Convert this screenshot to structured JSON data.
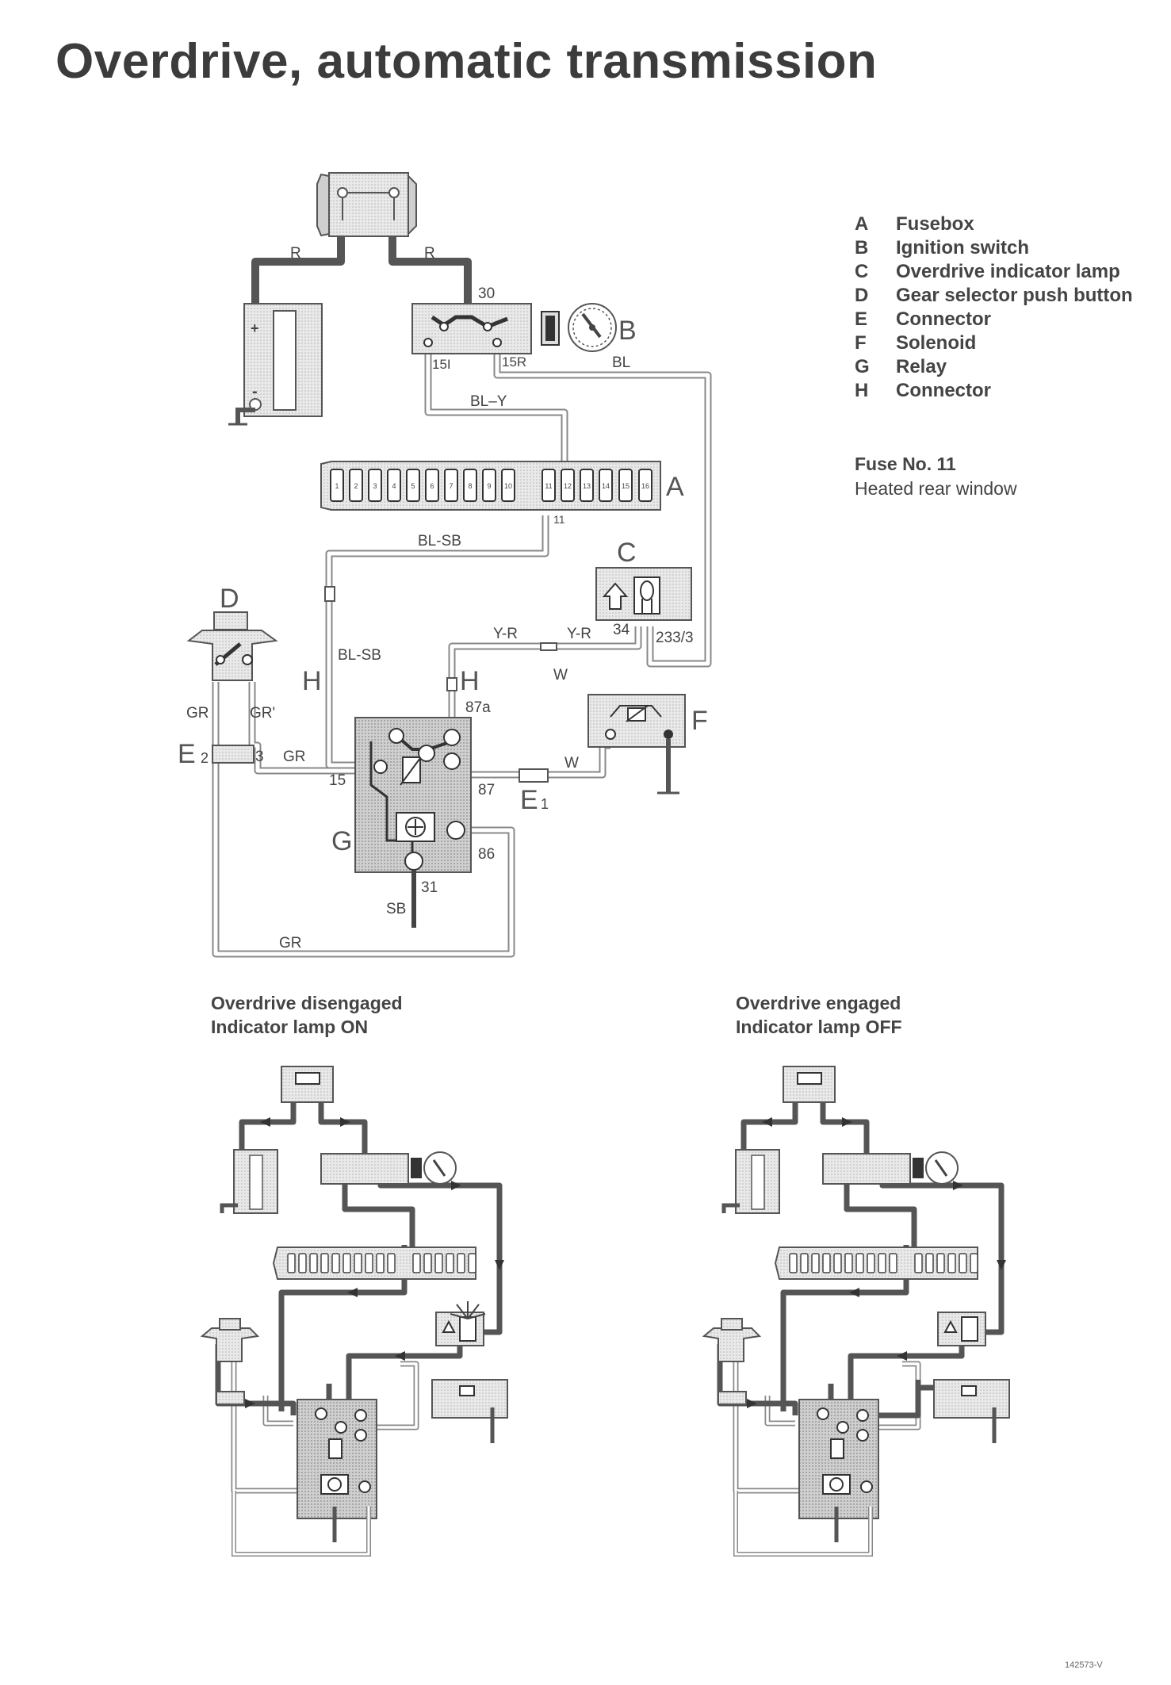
{
  "title": "Overdrive, automatic transmission",
  "legend": [
    {
      "key": "A",
      "label": "Fusebox"
    },
    {
      "key": "B",
      "label": "Ignition switch"
    },
    {
      "key": "C",
      "label": "Overdrive indicator lamp"
    },
    {
      "key": "D",
      "label": "Gear selector push button"
    },
    {
      "key": "E",
      "label": "Connector"
    },
    {
      "key": "F",
      "label": "Solenoid"
    },
    {
      "key": "G",
      "label": "Relay"
    },
    {
      "key": "H",
      "label": "Connector"
    }
  ],
  "fuse_note": {
    "title": "Fuse No. 11",
    "text": "Heated rear window"
  },
  "main_diagram": {
    "component_letters": {
      "A": "A",
      "B": "B",
      "C": "C",
      "D": "D",
      "E2": "E",
      "E2_sub": "2",
      "E1": "E",
      "E1_sub": "1",
      "F": "F",
      "G": "G",
      "H_left": "H",
      "H_right": "H"
    },
    "wire_labels": {
      "r_left": "R",
      "r_right": "R",
      "bl": "BL",
      "bl_y": "BL–Y",
      "bl_sb_top": "BL-SB",
      "bl_sb_side": "BL-SB",
      "y_r_1": "Y-R",
      "y_r_2": "Y-R",
      "w_top": "W",
      "w_bottom": "W",
      "gr_left": "GR",
      "gr_right": "GR'",
      "gr_mid": "GR",
      "gr_bottom": "GR",
      "sb": "SB"
    },
    "terminal_labels": {
      "t30": "30",
      "t15i": "15I",
      "t15r": "15R",
      "t11": "11",
      "t34": "34",
      "t233": "233/3",
      "t87a": "87a",
      "t87": "87",
      "t86": "86",
      "t15": "15",
      "t31": "31",
      "t3": "3"
    },
    "fuse_numbers": [
      "1",
      "2",
      "3",
      "4",
      "5",
      "6",
      "7",
      "8",
      "9",
      "10",
      "11",
      "12",
      "13",
      "14",
      "15",
      "16"
    ]
  },
  "lower_left": {
    "caption_line1": "Overdrive disengaged",
    "caption_line2": "Indicator lamp ON"
  },
  "lower_right": {
    "caption_line1": "Overdrive engaged",
    "caption_line2": "Indicator lamp OFF"
  },
  "figure_code": "142573-V",
  "colors": {
    "wire_dark": "#555555",
    "box_fill": "#e6e6e6",
    "text": "#444444"
  }
}
